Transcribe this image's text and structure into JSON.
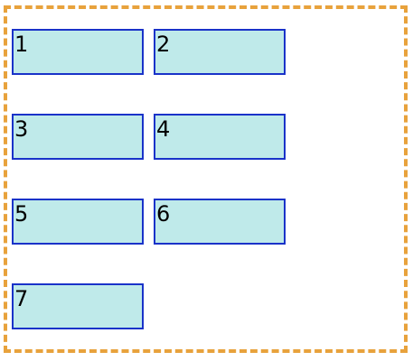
{
  "colors": {
    "container_border": "#e8a23c",
    "box_fill": "#bfeaea",
    "box_border": "#1a33c9",
    "label_text": "#000000"
  },
  "boxes": [
    {
      "label": "1"
    },
    {
      "label": "2"
    },
    {
      "label": "3"
    },
    {
      "label": "4"
    },
    {
      "label": "5"
    },
    {
      "label": "6"
    },
    {
      "label": "7"
    }
  ]
}
